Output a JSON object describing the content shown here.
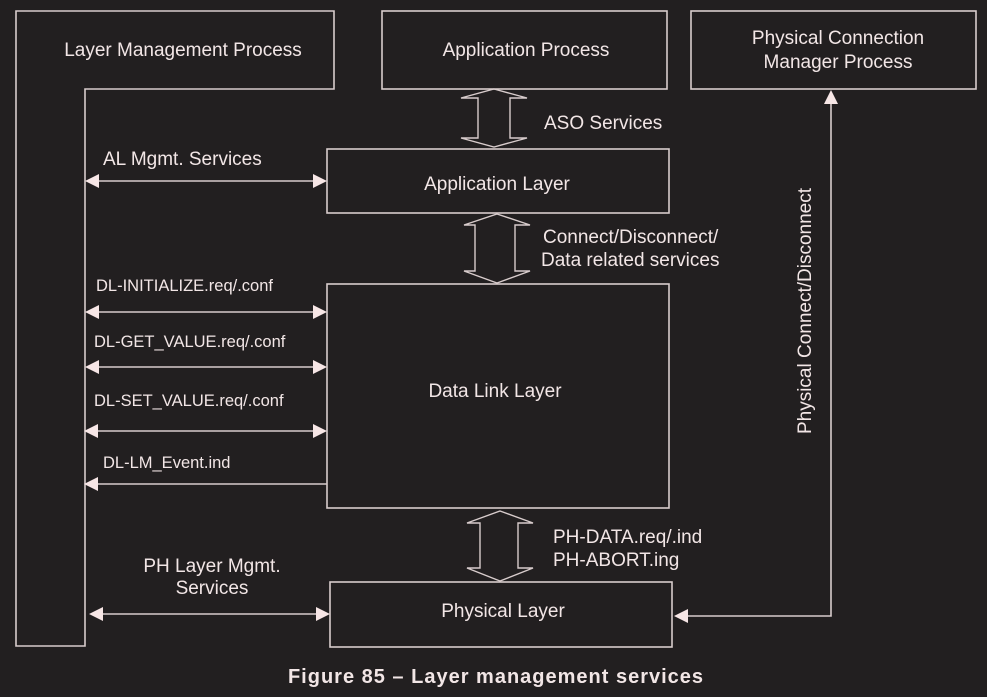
{
  "boxes": {
    "layer_management": "Layer Management Process",
    "application_process": "Application Process",
    "pcm_process_line1": "Physical Connection",
    "pcm_process_line2": "Manager Process",
    "application_layer": "Application Layer",
    "data_link_layer": "Data Link Layer",
    "physical_layer": "Physical Layer"
  },
  "services": {
    "aso": "ASO Services",
    "connect_line1": "Connect/Disconnect/",
    "connect_line2": "Data related services",
    "ph_data_line1": "PH-DATA.req/.ind",
    "ph_data_line2": "PH-ABORT.ing",
    "al_mgmt": "AL Mgmt. Services",
    "dl_initialize": "DL-INITIALIZE.req/.conf",
    "dl_get_value": "DL-GET_VALUE.req/.conf",
    "dl_set_value": "DL-SET_VALUE.req/.conf",
    "dl_lm_event": "DL-LM_Event.ind",
    "ph_mgmt_line1": "PH Layer Mgmt.",
    "ph_mgmt_line2": "Services",
    "physical_connect": "Physical Connect/Disconnect"
  },
  "caption": "Figure 85 – Layer management services"
}
